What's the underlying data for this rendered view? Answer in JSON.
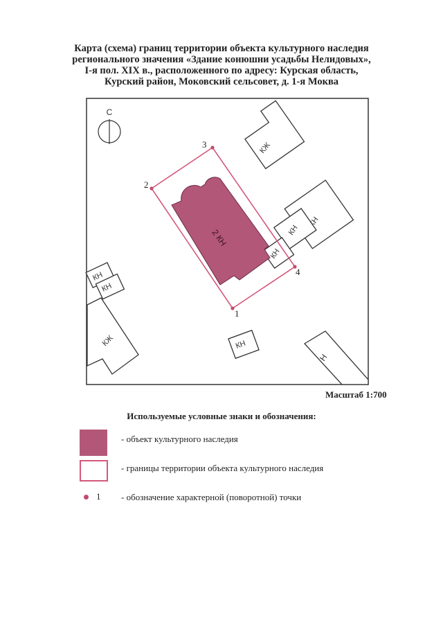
{
  "title_lines": [
    "Карта (схема) границ территории объекта культурного наследия",
    "регионального значения «Здание конюшни усадьбы Нелидовых»,",
    "I-я пол. XIX в., расположенного по адресу: Курская область,",
    "Курский район, Моковский сельсовет, д. 1-я Моква"
  ],
  "map": {
    "north_label": "С",
    "points": [
      "1",
      "2",
      "3",
      "4"
    ],
    "main_building_label": "2 КН",
    "buildings": {
      "kzh_top": "КЖ",
      "kn_right_outer": "КН",
      "kn_right_inner": "КН",
      "kn_right_small": "КН",
      "kn_left_top": "КН",
      "kn_left_bottom": "КН",
      "kzh_left": "КЖ",
      "kn_bottom": "КН",
      "n_bottom_right": "Н"
    }
  },
  "scale": "Масштаб 1:700",
  "legend": {
    "title": "Используемые условные знаки и обозначения:",
    "items": [
      {
        "symbol": "",
        "text": "- объект культурного наследия"
      },
      {
        "symbol": "",
        "text": "- границы территории объекта культурного наследия"
      },
      {
        "symbol": "1",
        "text": "- обозначение характерной (поворотной) точки"
      }
    ]
  },
  "colors": {
    "object_fill": "#b35778",
    "boundary": "#d3587a",
    "point": "#c04c6d",
    "lines": "#333333"
  }
}
